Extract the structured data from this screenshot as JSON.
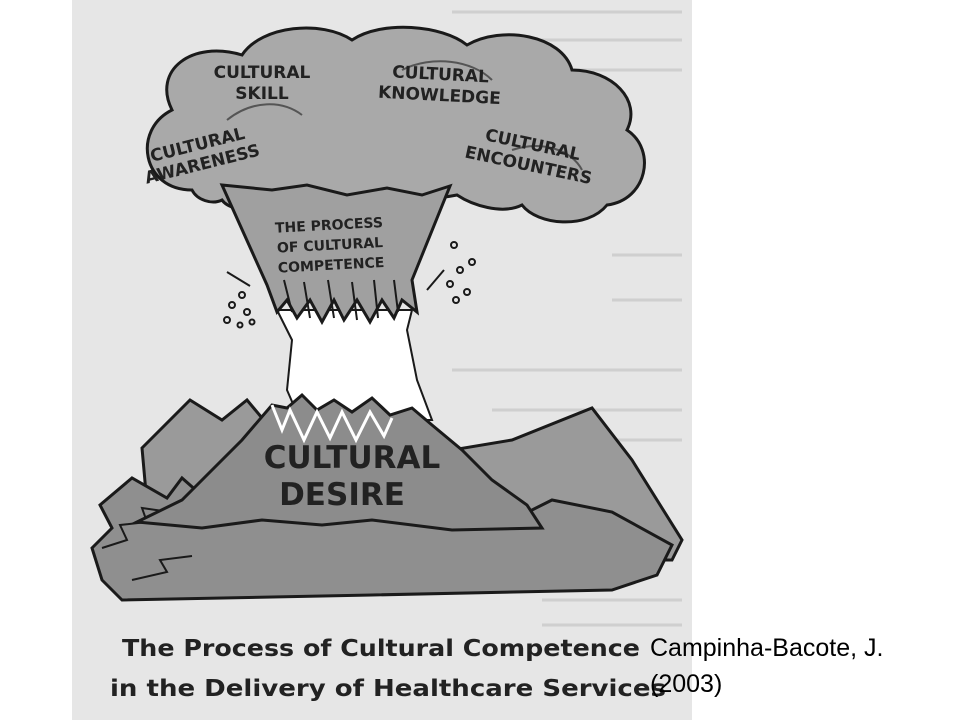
{
  "diagram": {
    "cloud_labels": {
      "skill": [
        "CULTURAL",
        "SKILL"
      ],
      "knowledge": [
        "CULTURAL",
        "KNOWLEDGE"
      ],
      "awareness": [
        "CULTURAL",
        "AWARENESS"
      ],
      "encounters": [
        "CULTURAL",
        "ENCOUNTERS"
      ]
    },
    "stem_label": [
      "THE PROCESS",
      "OF CULTURAL",
      "COMPETENCE"
    ],
    "volcano_label": [
      "CULTURAL",
      "DESIRE"
    ],
    "caption": [
      "The Process of Cultural Competence",
      "in the Delivery of Healthcare Services"
    ]
  },
  "citation": {
    "line1": "Campinha-Bacote,  J.",
    "line2": "(2003)"
  },
  "colors": {
    "scan_background": "#e6e6e6",
    "cloud_fill": "#a9a9a9",
    "volcano_fill": "#8c8c8c",
    "outline": "#1a1a1a"
  }
}
